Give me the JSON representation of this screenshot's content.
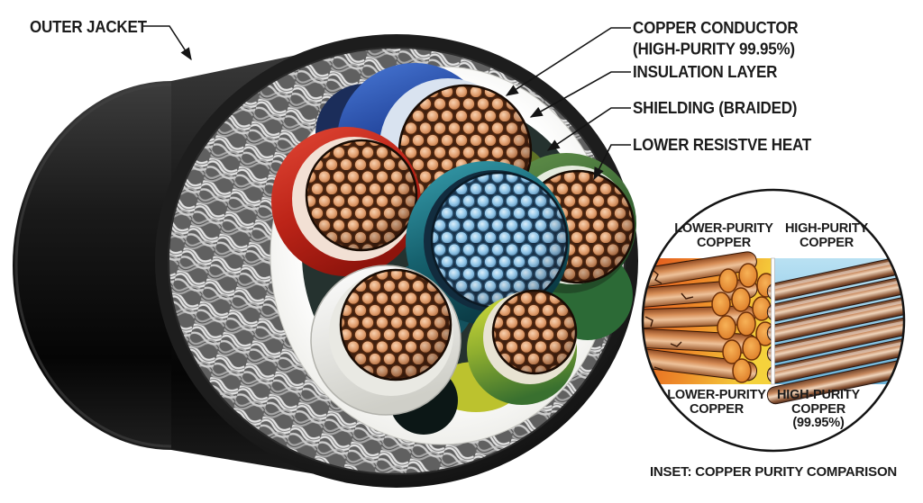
{
  "diagram": {
    "title_context": "Cable cross-section cutaway diagram",
    "callouts": {
      "outer_jacket": "OUTER JACKET",
      "copper_conductor_line1": "COPPER CONDUCTOR",
      "copper_conductor_line2": "(HIGH-PURITY 99.95%)",
      "insulation_layer": "INSULATION LAYER",
      "shielding": "SHIELDING (BRAIDED)",
      "lower_resistive_heat": "LOWER RESISTVE HEAT"
    },
    "inset": {
      "top_left_line1": "LOWER-PURITY",
      "top_left_line2": "COPPER",
      "top_right_line1": "HIGH-PURITY",
      "top_right_line2": "COPPER",
      "bottom_left_line1": "LOWER-PURITY",
      "bottom_left_line2": "COPPER",
      "bottom_right_line1": "HIGH-PURITY",
      "bottom_right_line2": "COPPER",
      "bottom_right_line3": "(99.95%)",
      "caption": "INSET: COPPER PURITY COMPARISON"
    },
    "colors": {
      "jacket_black": "#141414",
      "shield_silver": "#c9c9c9",
      "insulation_white": "#f4f3f0",
      "wire_blue": "#2a4e9e",
      "wire_red": "#c3271c",
      "wire_teal": "#1c7a8a",
      "wire_green": "#3e7a3c",
      "wire_yellow_green": "#b8c42a",
      "wire_white": "#f2f2f2",
      "copper_strand": "#d99a68",
      "blue_strand": "#8cc4e8",
      "inset_orange": "#e8701e",
      "inset_yellow": "#f2ce3a",
      "inset_blue": "#7fc0e2"
    }
  }
}
